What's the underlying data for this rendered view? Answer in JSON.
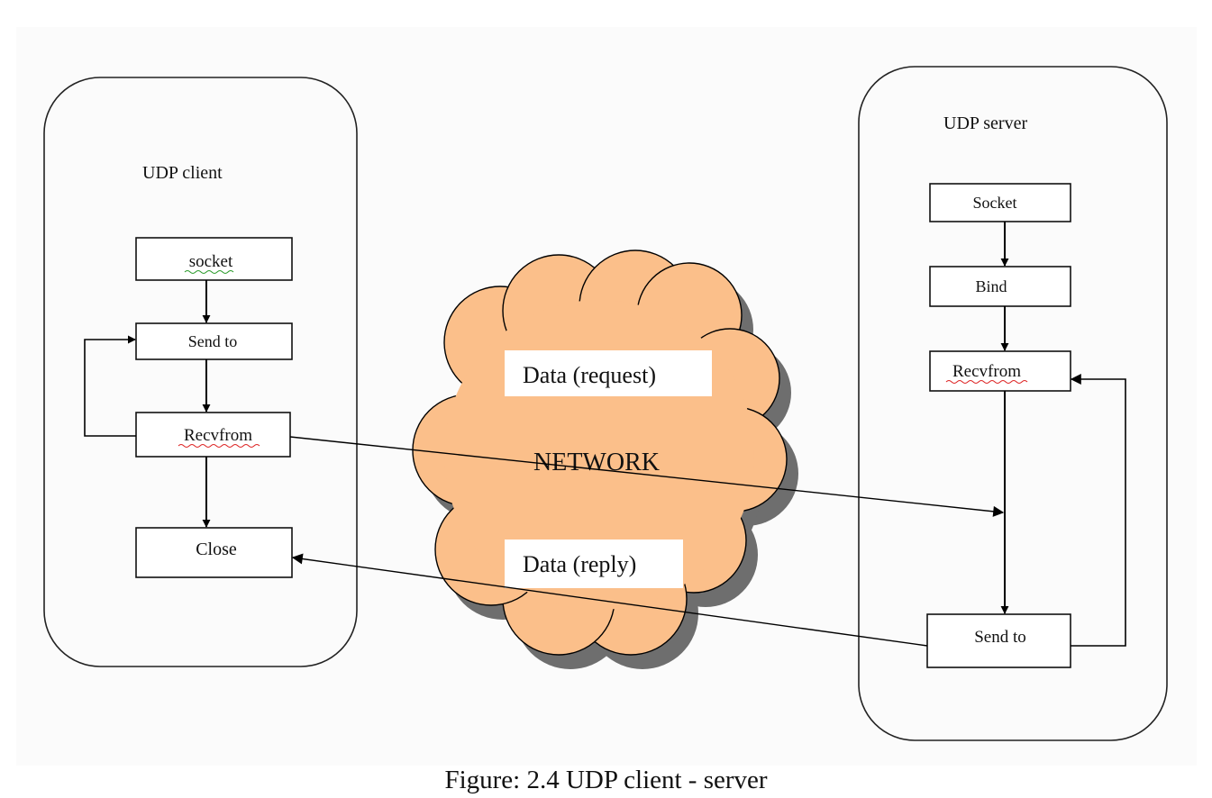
{
  "client": {
    "title": "UDP client",
    "steps": [
      "socket",
      "Send to",
      "Recvfrom",
      "Close"
    ]
  },
  "server": {
    "title": "UDP server",
    "steps": [
      "Socket",
      "Bind",
      "Recvfrom",
      "Send to"
    ]
  },
  "network": {
    "label": "NETWORK",
    "request_label": "Data (request)",
    "reply_label": "Data (reply)",
    "cloud_color": "#fbbf8a"
  },
  "caption": "Figure: 2.4 UDP client - server"
}
